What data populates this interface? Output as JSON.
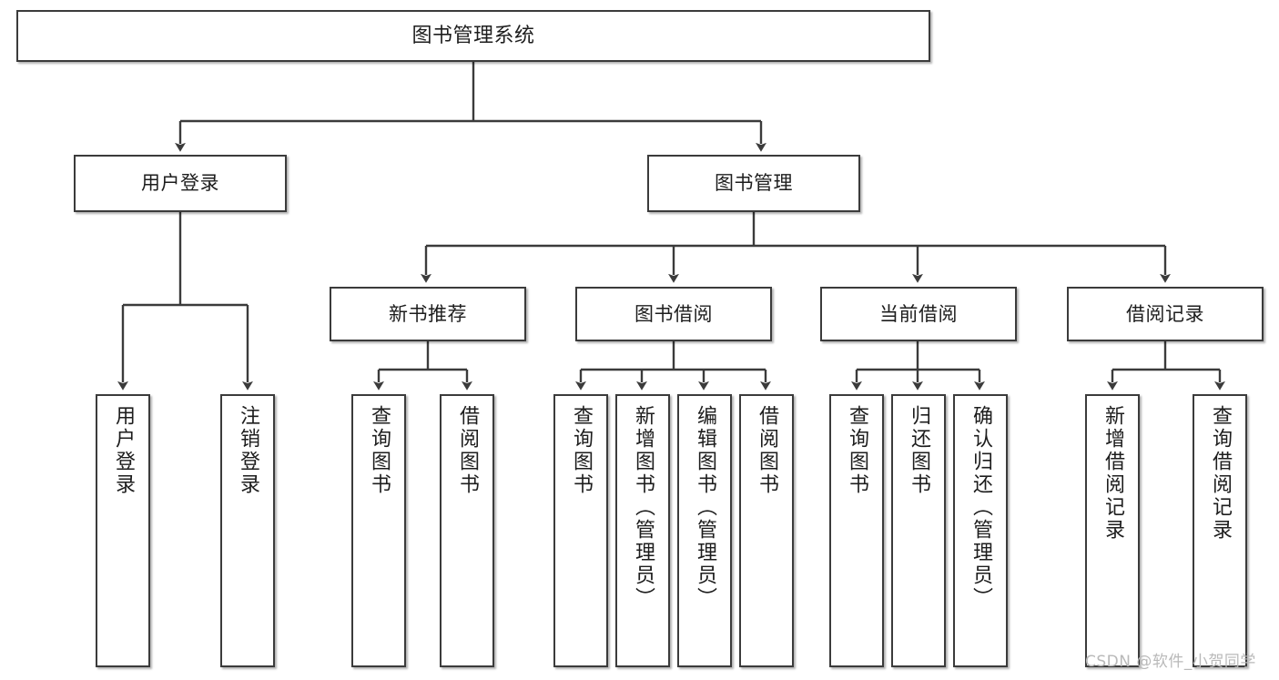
{
  "diagram": {
    "type": "tree",
    "title": "图书管理系统",
    "root": {
      "id": "root",
      "label": "图书管理系统"
    },
    "level2": [
      {
        "id": "user-login",
        "label": "用户登录"
      },
      {
        "id": "book-manage",
        "label": "图书管理"
      }
    ],
    "level3": [
      {
        "id": "new-book-rec",
        "label": "新书推荐",
        "parent": "book-manage"
      },
      {
        "id": "book-borrow",
        "label": "图书借阅",
        "parent": "book-manage"
      },
      {
        "id": "current-borrow",
        "label": "当前借阅",
        "parent": "book-manage"
      },
      {
        "id": "borrow-record",
        "label": "借阅记录",
        "parent": "book-manage"
      }
    ],
    "leaves": [
      {
        "id": "leaf-user-login",
        "label": "用户登录",
        "parent": "user-login"
      },
      {
        "id": "leaf-logout",
        "label": "注销登录",
        "parent": "user-login"
      },
      {
        "id": "leaf-query-book-1",
        "label": "查询图书",
        "parent": "new-book-rec"
      },
      {
        "id": "leaf-borrow-book-1",
        "label": "借阅图书",
        "parent": "new-book-rec"
      },
      {
        "id": "leaf-query-book-2",
        "label": "查询图书",
        "parent": "book-borrow"
      },
      {
        "id": "leaf-add-book",
        "label": "新增图书（管理员）",
        "parent": "book-borrow"
      },
      {
        "id": "leaf-edit-book",
        "label": "编辑图书（管理员）",
        "parent": "book-borrow"
      },
      {
        "id": "leaf-borrow-book-2",
        "label": "借阅图书",
        "parent": "book-borrow"
      },
      {
        "id": "leaf-query-book-3",
        "label": "查询图书",
        "parent": "current-borrow"
      },
      {
        "id": "leaf-return-book",
        "label": "归还图书",
        "parent": "current-borrow"
      },
      {
        "id": "leaf-confirm-return",
        "label": "确认归还（管理员）",
        "parent": "current-borrow"
      },
      {
        "id": "leaf-add-record",
        "label": "新增借阅记录",
        "parent": "borrow-record"
      },
      {
        "id": "leaf-query-record",
        "label": "查询借阅记录",
        "parent": "borrow-record"
      }
    ],
    "colors": {
      "box_border": "#3b3b3b",
      "box_fill": "#ffffff",
      "line": "#3b3b3b",
      "text": "#1d1d1d",
      "watermark": "#b9b9b9",
      "background": "#ffffff"
    }
  },
  "watermark": {
    "text": "CSDN @软件_小贺同学"
  }
}
